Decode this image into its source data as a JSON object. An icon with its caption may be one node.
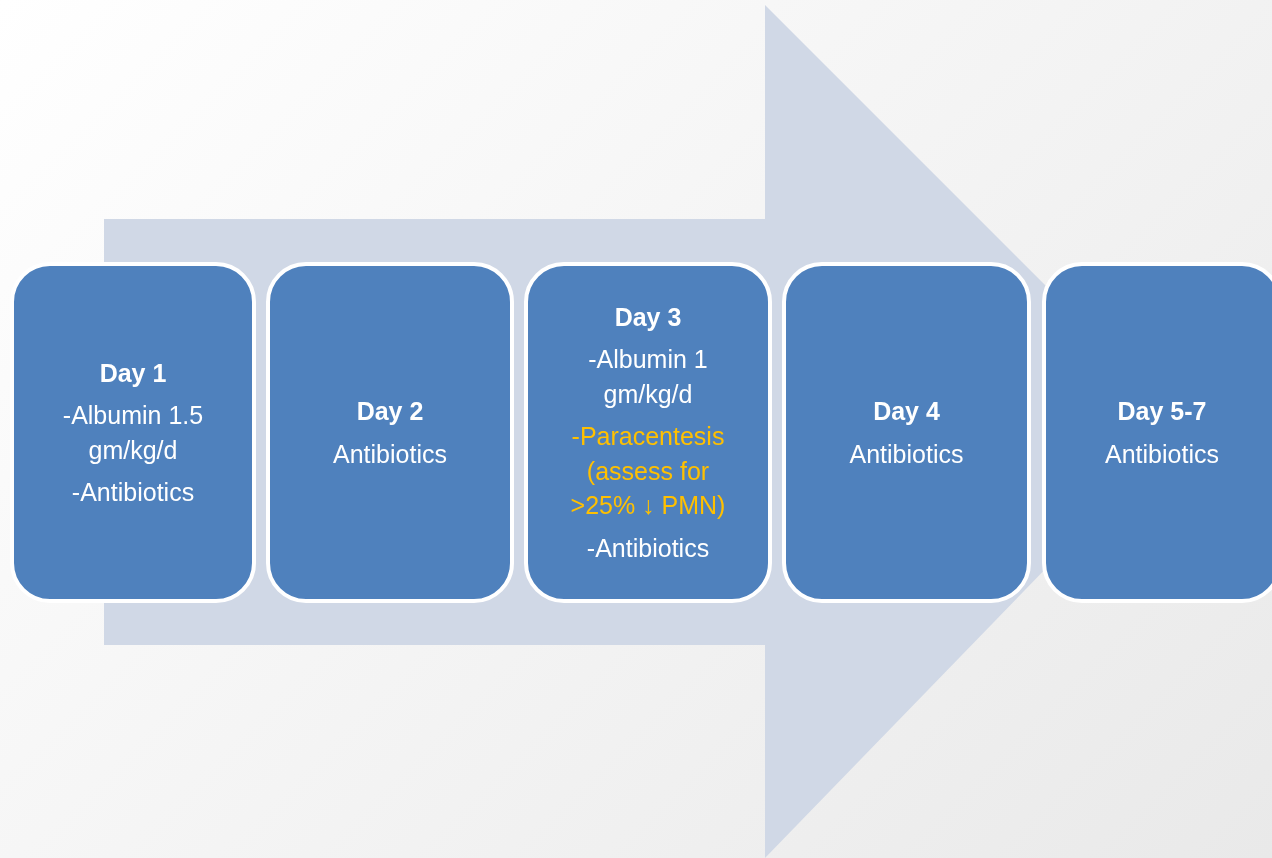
{
  "diagram": {
    "nodes": [
      {
        "text": [
          "Day 1",
          "-Albumin 1.5 gm/kg/d",
          "-Antibiotics"
        ]
      },
      {
        "text": [
          "Day 2",
          "Antibiotics"
        ]
      },
      {
        "text": [
          "Day 3",
          "-Albumin 1 gm/kg/d",
          "-Paracentesis (assess for >25% ↓ PMN)",
          "-Antibiotics"
        ]
      },
      {
        "text": [
          "Day 4",
          "Antibiotics"
        ]
      },
      {
        "text": [
          "Day 5-7",
          "Antibiotics"
        ]
      }
    ],
    "edges": [
      {
        "from": 0,
        "to": 4,
        "arrow": "to"
      }
    ]
  }
}
